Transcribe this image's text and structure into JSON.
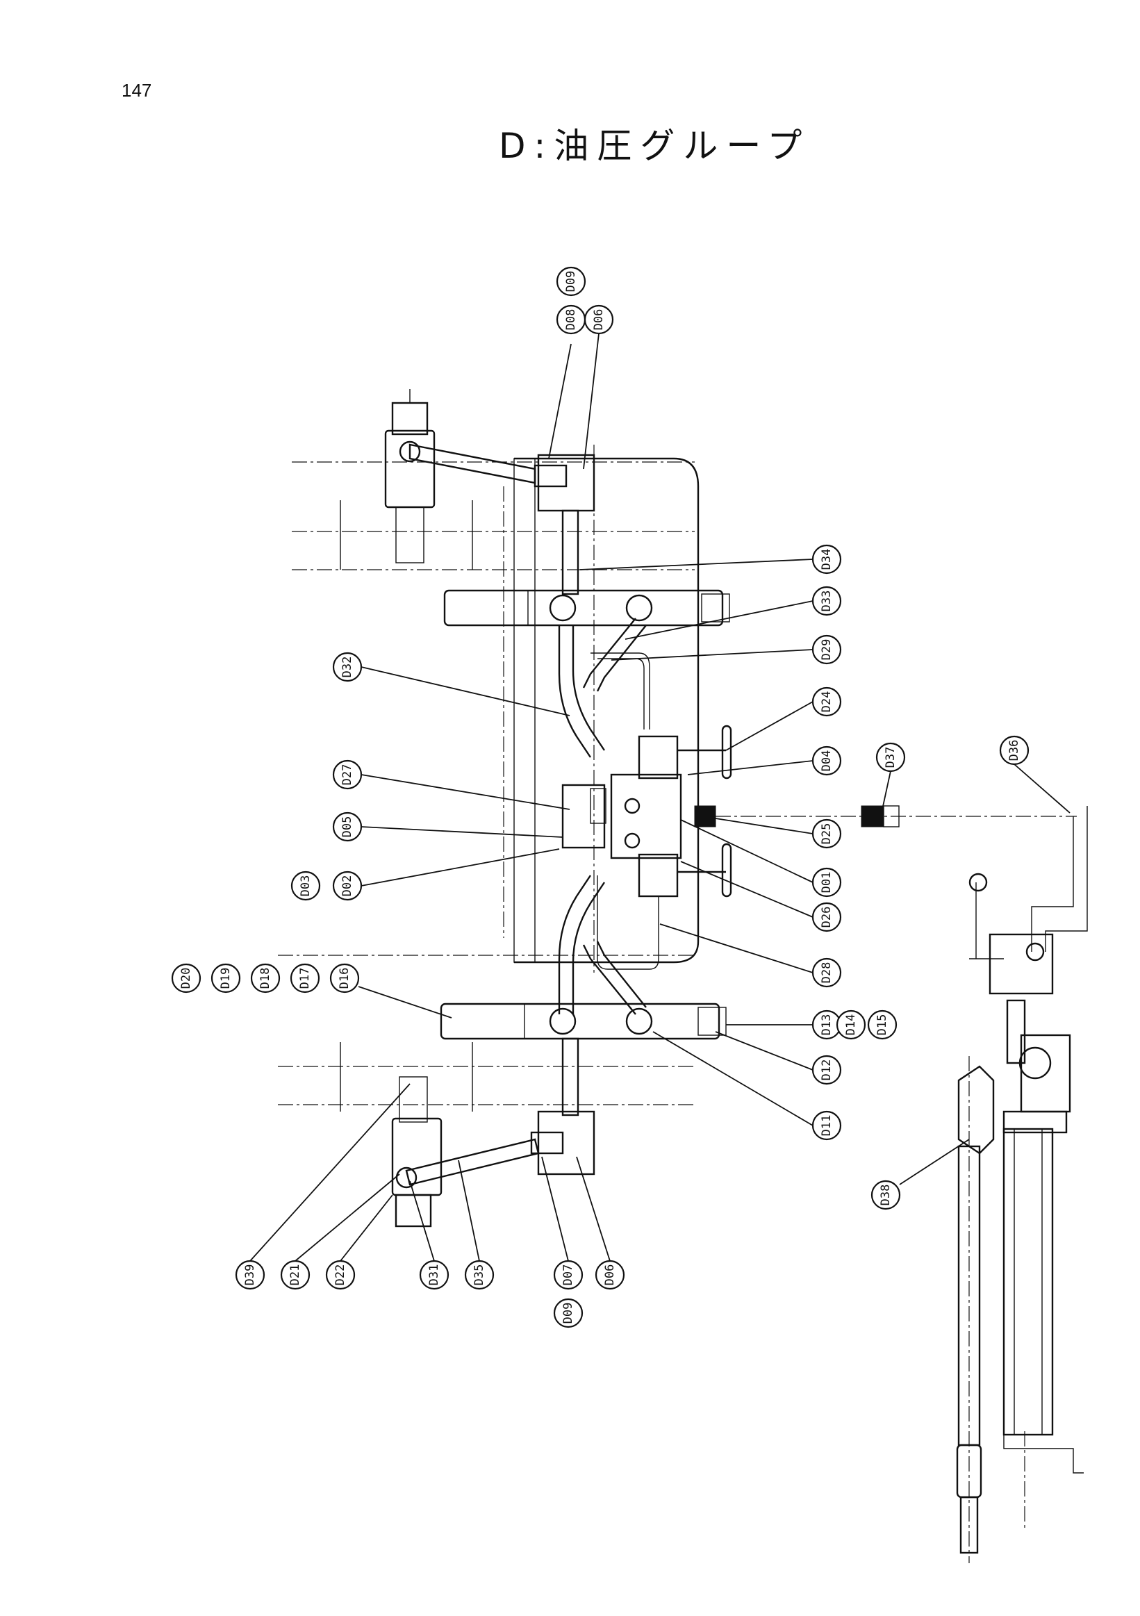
{
  "page": {
    "number": "147",
    "title": "D:油圧グループ"
  },
  "labels": [
    {
      "id": "D08",
      "text": "D08"
    },
    {
      "id": "D09a",
      "text": "D09"
    },
    {
      "id": "D06a",
      "text": "D06"
    },
    {
      "id": "D34",
      "text": "D34"
    },
    {
      "id": "D33",
      "text": "D33"
    },
    {
      "id": "D29",
      "text": "D29"
    },
    {
      "id": "D32",
      "text": "D32"
    },
    {
      "id": "D24",
      "text": "D24"
    },
    {
      "id": "D04",
      "text": "D04"
    },
    {
      "id": "D37",
      "text": "D37"
    },
    {
      "id": "D36",
      "text": "D36"
    },
    {
      "id": "D27",
      "text": "D27"
    },
    {
      "id": "D05",
      "text": "D05"
    },
    {
      "id": "D25",
      "text": "D25"
    },
    {
      "id": "D03",
      "text": "D03"
    },
    {
      "id": "D02",
      "text": "D02"
    },
    {
      "id": "D01",
      "text": "D01"
    },
    {
      "id": "D26",
      "text": "D26"
    },
    {
      "id": "D28",
      "text": "D28"
    },
    {
      "id": "D20",
      "text": "D20"
    },
    {
      "id": "D19",
      "text": "D19"
    },
    {
      "id": "D18",
      "text": "D18"
    },
    {
      "id": "D17",
      "text": "D17"
    },
    {
      "id": "D16",
      "text": "D16"
    },
    {
      "id": "D13",
      "text": "D13"
    },
    {
      "id": "D14",
      "text": "D14"
    },
    {
      "id": "D15",
      "text": "D15"
    },
    {
      "id": "D12",
      "text": "D12"
    },
    {
      "id": "D11",
      "text": "D11"
    },
    {
      "id": "D38",
      "text": "D38"
    },
    {
      "id": "D39",
      "text": "D39"
    },
    {
      "id": "D21",
      "text": "D21"
    },
    {
      "id": "D22",
      "text": "D22"
    },
    {
      "id": "D31",
      "text": "D31"
    },
    {
      "id": "D35",
      "text": "D35"
    },
    {
      "id": "D07",
      "text": "D07"
    },
    {
      "id": "D06b",
      "text": "D06"
    },
    {
      "id": "D09b",
      "text": "D09"
    }
  ]
}
